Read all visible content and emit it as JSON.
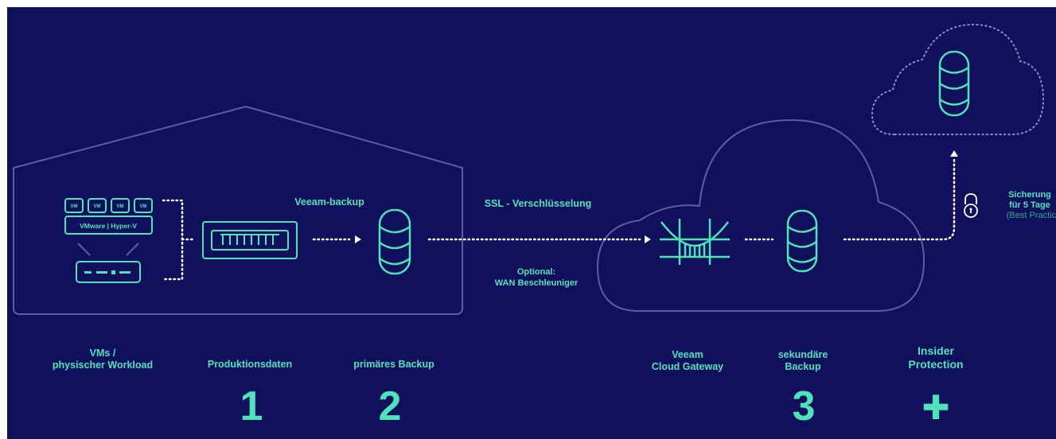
{
  "diagram": {
    "labels": {
      "vm_button": "VM",
      "hypervisor": "VMware | Hyper-V",
      "veeam_backup": "Veeam-backup",
      "ssl": "SSL - Verschlüsselung",
      "optional": "Optional:",
      "wan": "WAN Beschleuniger",
      "sicherung_line1": "Sicherung",
      "sicherung_line2": "für 5 Tage",
      "best_practice": "(Best Practice"
    },
    "captions": {
      "vms": "VMs /\nphysischer Workload",
      "produktionsdaten": "Produktionsdaten",
      "primaeres_backup": "primäres Backup",
      "gateway": "Veeam\nCloud Gateway",
      "sekundaeres_backup": "sekundäre\nBackup",
      "insider": "Insider\nProtection"
    },
    "steps": {
      "one": "1",
      "two": "2",
      "three": "3",
      "plus": "✚"
    },
    "colors": {
      "background": "#10105c",
      "accent": "#4fe3b9",
      "outline": "#5a5f9e",
      "connector": "#ffffff"
    }
  }
}
